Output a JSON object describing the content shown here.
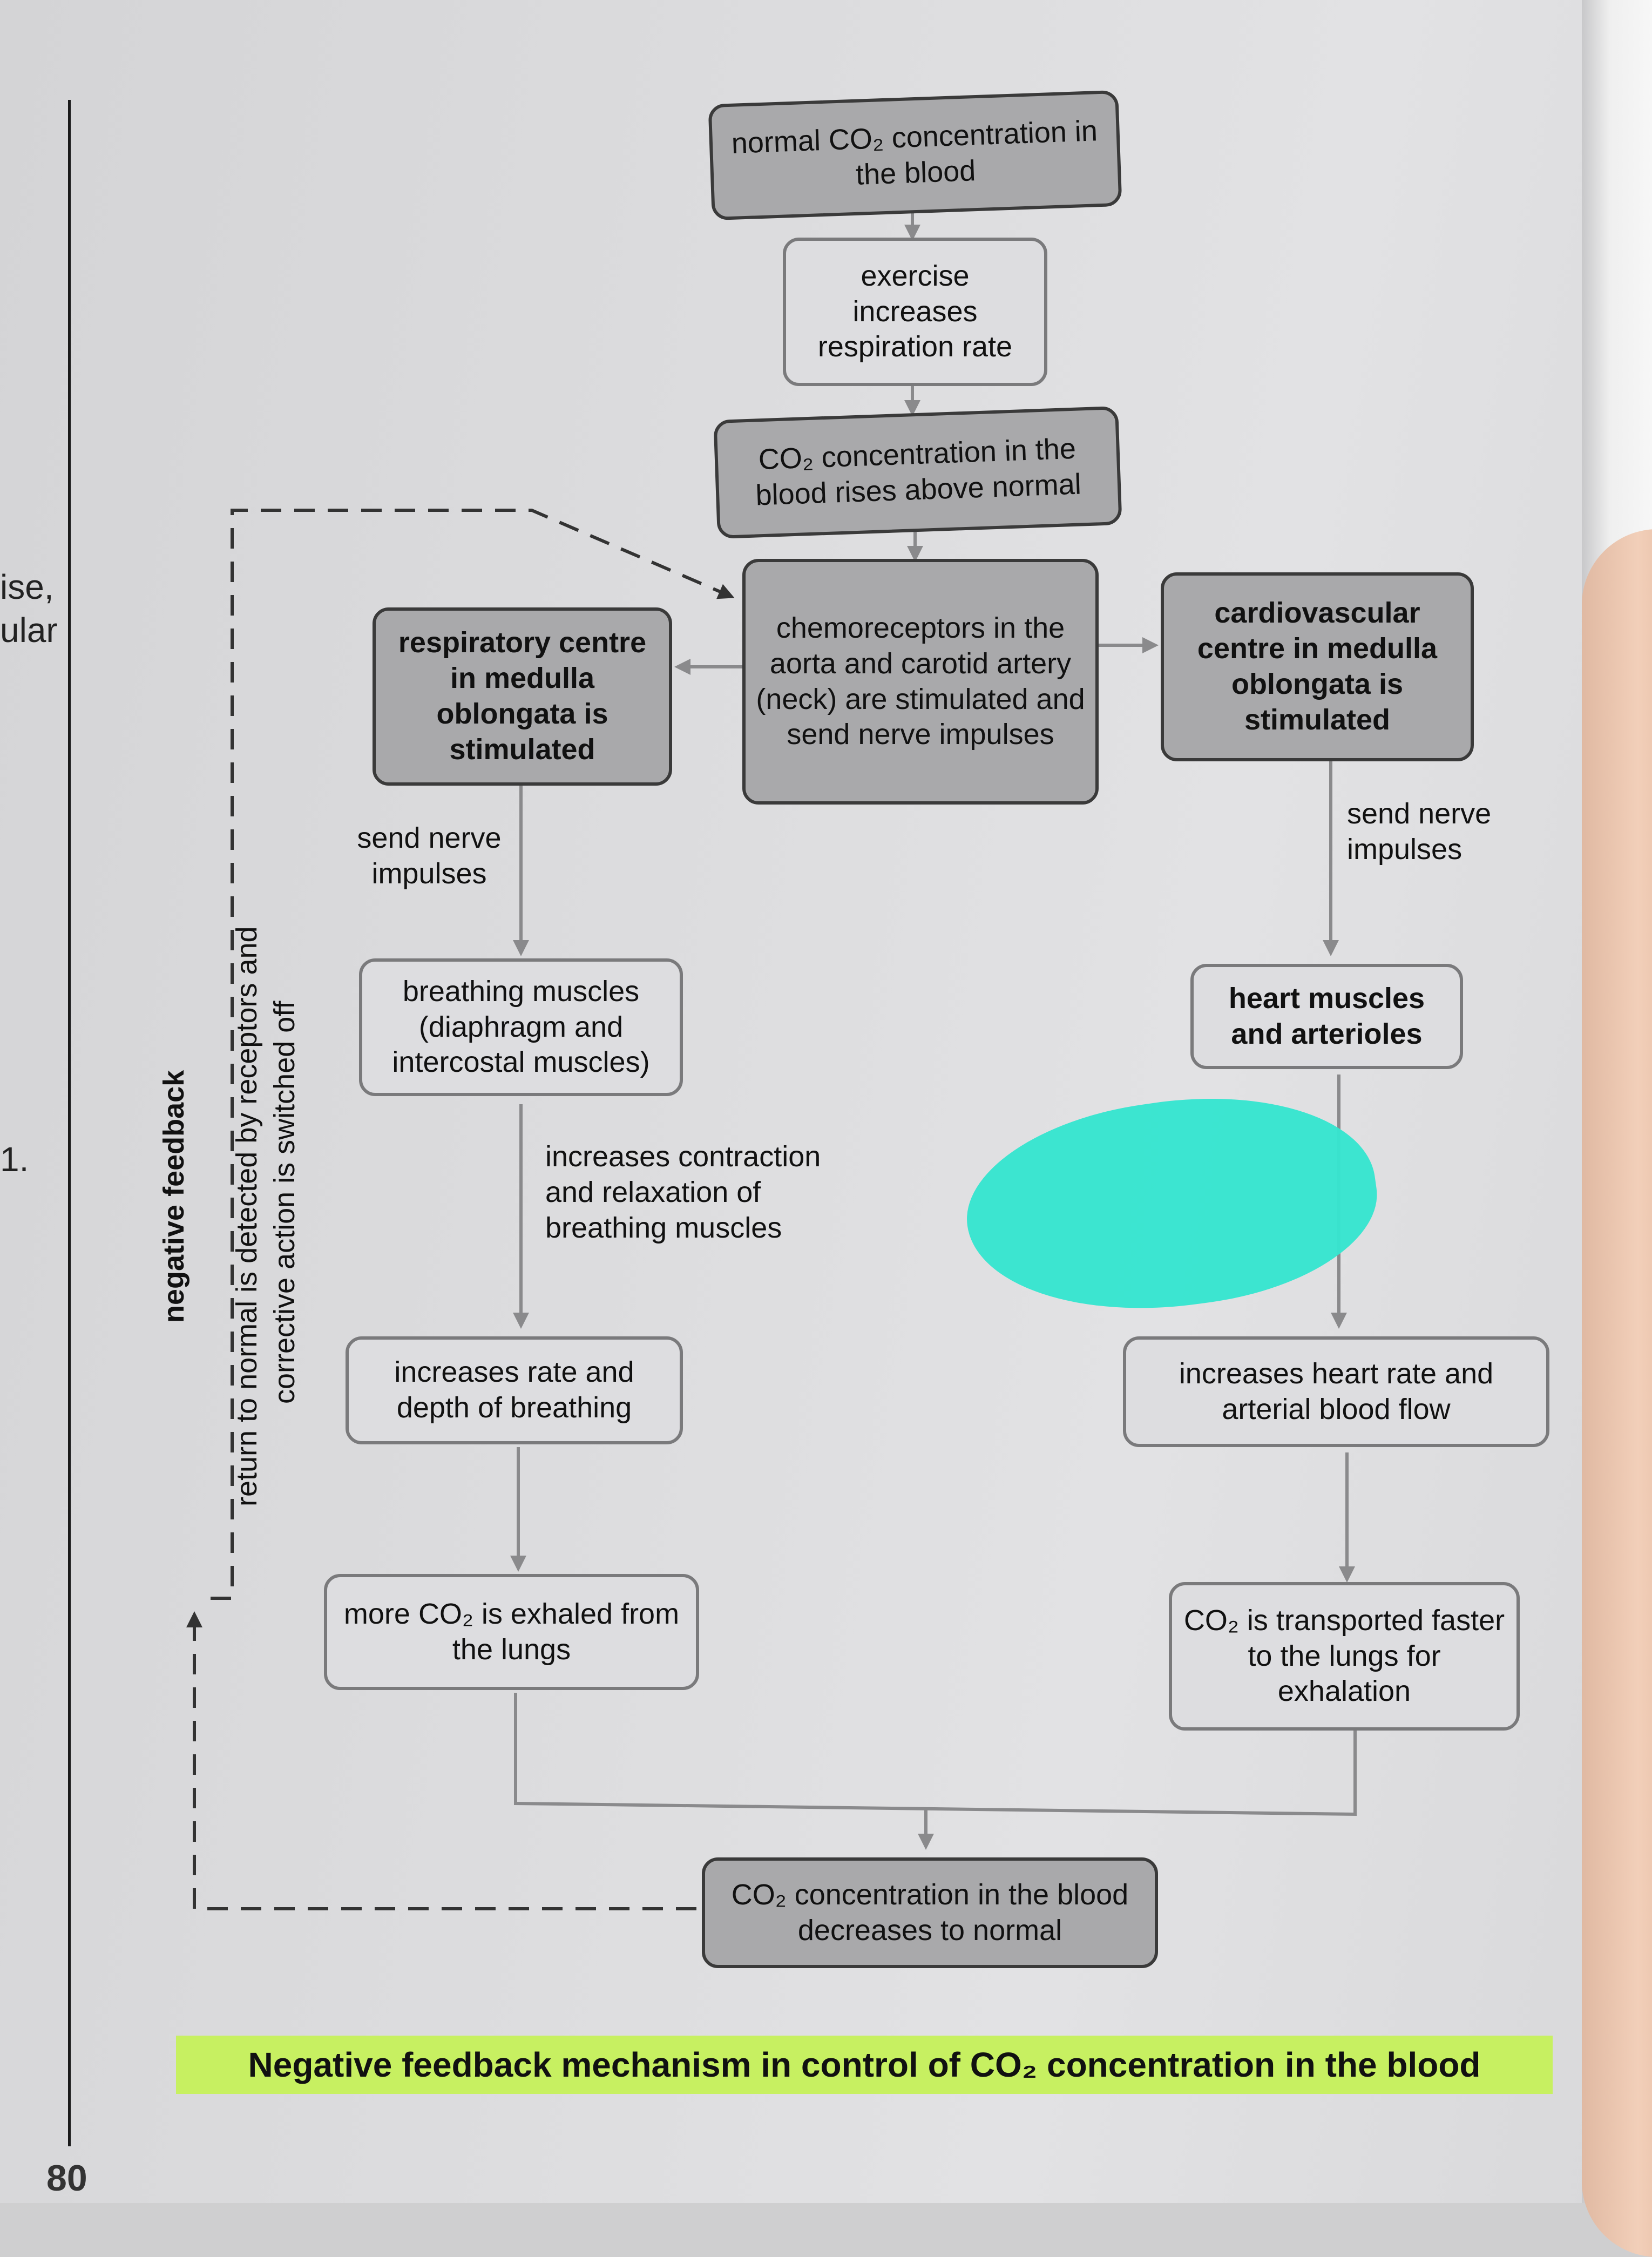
{
  "colors": {
    "highlight": "#c7f061",
    "scribble": "#37e5cf",
    "dark_box": "#a9a9ab",
    "light_box": "#dddde0"
  },
  "side_text": {
    "line1": "ise,",
    "line2": "ular",
    "line3": "1."
  },
  "page_number": "80",
  "boxes": {
    "normal_co2": "normal CO₂ concentration in the blood",
    "exercise": "exercise increases respiration rate",
    "co2_rises": "CO₂ concentration in the blood rises above normal",
    "chemoreceptors": "chemoreceptors in the aorta and carotid artery (neck) are stimulated and send nerve impulses",
    "respiratory_centre": "respiratory centre in medulla oblongata is stimulated",
    "cardiovascular_centre": "cardiovascular centre in medulla oblongata is stimulated",
    "breathing_muscles": "breathing muscles (diaphragm and intercostal muscles)",
    "heart_muscles": "heart muscles and arterioles",
    "rate_depth": "increases rate and depth of breathing",
    "heart_rate": "increases heart rate and arterial blood flow",
    "more_co2": "more CO₂ is exhaled from the lungs",
    "co2_transported": "CO₂ is transported faster to the lungs for exhalation",
    "co2_decreases": "CO₂ concentration in the blood decreases to normal"
  },
  "labels": {
    "send_nerve_left": "send nerve impulses",
    "send_nerve_right": "send nerve impulses",
    "increases_contraction": "increases contraction and relaxation of breathing muscles",
    "negative_feedback": "negative feedback",
    "return_normal_1": "return to normal is detected by receptors and",
    "return_normal_2": "corrective action is switched off"
  },
  "caption": "Negative feedback mechanism in control of CO₂ concentration in the blood"
}
